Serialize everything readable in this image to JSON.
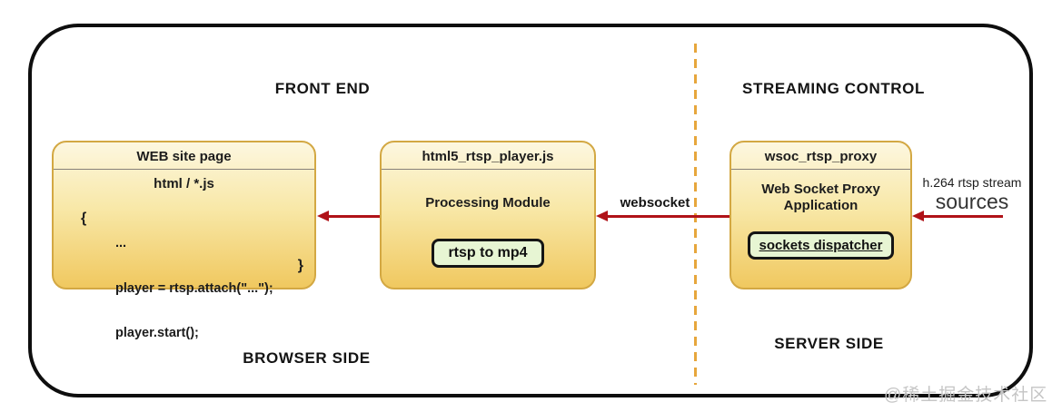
{
  "sections": {
    "front_end": "FRONT END",
    "streaming_control": "STREAMING CONTROL",
    "browser_side": "BROWSER SIDE",
    "server_side": "SERVER SIDE"
  },
  "nodes": {
    "web_site_page": {
      "title": "WEB site page",
      "subtitle": "html / *.js",
      "code_open_brace": "{",
      "code_lines": [
        "...",
        "player = rtsp.attach(\"...\");",
        "player.start();"
      ],
      "code_close_brace": "}"
    },
    "html5_rtsp_player": {
      "title": "html5_rtsp_player.js",
      "body": "Processing Module",
      "badge": "rtsp to mp4"
    },
    "wsoc_rtsp_proxy": {
      "title": "wsoc_rtsp_proxy",
      "body_line1": "Web Socket Proxy",
      "body_line2": "Application",
      "badge": "sockets dispatcher"
    }
  },
  "arrows": {
    "websocket_label": "websocket"
  },
  "source_feed": {
    "line1": "h.264 rtsp stream",
    "line2": "sources"
  },
  "colors": {
    "node_border": "#d3a843",
    "node_top": "#fdf7e0",
    "node_mid": "#f8e8a8",
    "node_bottom": "#f0c85f",
    "badge_fill": "#e7f5d3",
    "badge_border": "#151515",
    "arrow": "#b01218",
    "dash": "#e7a63c",
    "frame": "#0e0e0e",
    "watermark": "#c5c5c5"
  },
  "watermark": "@稀土掘金技术社区"
}
